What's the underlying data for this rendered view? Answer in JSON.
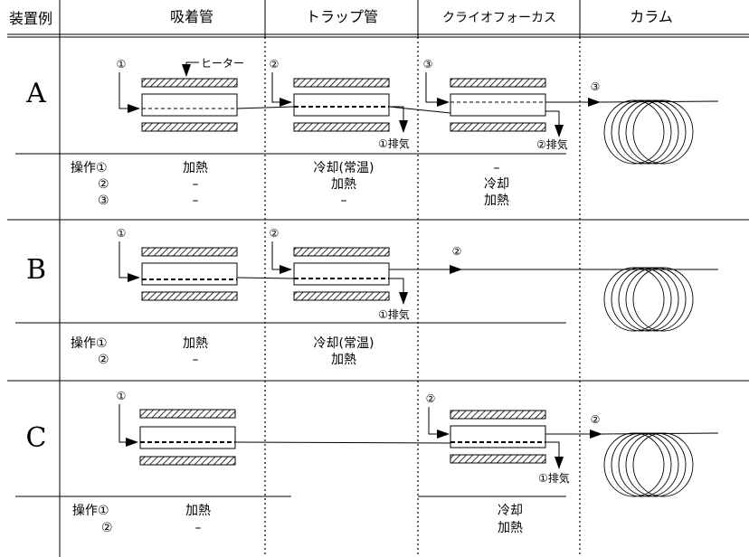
{
  "headers": {
    "example": "装置例",
    "adsorption_tube": "吸着管",
    "trap_tube": "トラップ管",
    "cryofocus": "クライオフォーカス",
    "column": "カラム"
  },
  "heater_label": "ヒーター",
  "rows": {
    "A": {
      "label": "A",
      "markers": {
        "adsorb": "①",
        "trap": "②",
        "cryo": "③",
        "column": "③"
      },
      "exhaust1": "①排気",
      "exhaust2": "②排気",
      "ops": {
        "label1": "操作①",
        "label2": "②",
        "label3": "③",
        "adsorb": [
          "加熱",
          "–",
          "–"
        ],
        "trap": [
          "冷却(常温)",
          "加熱",
          "–"
        ],
        "cryo": [
          "–",
          "冷却",
          "加熱"
        ]
      }
    },
    "B": {
      "label": "B",
      "markers": {
        "adsorb": "①",
        "trap": "②",
        "flow": "②"
      },
      "exhaust1": "①排気",
      "ops": {
        "label1": "操作①",
        "label2": "②",
        "adsorb": [
          "加熱",
          "–"
        ],
        "trap": [
          "冷却(常温)",
          "加熱"
        ]
      }
    },
    "C": {
      "label": "C",
      "markers": {
        "adsorb": "①",
        "cryo": "②",
        "column": "②"
      },
      "exhaust1": "①排気",
      "ops": {
        "label1": "操作①",
        "label2": "②",
        "adsorb": [
          "加熱",
          "–"
        ],
        "cryo": [
          "冷却",
          "加熱"
        ]
      }
    }
  }
}
